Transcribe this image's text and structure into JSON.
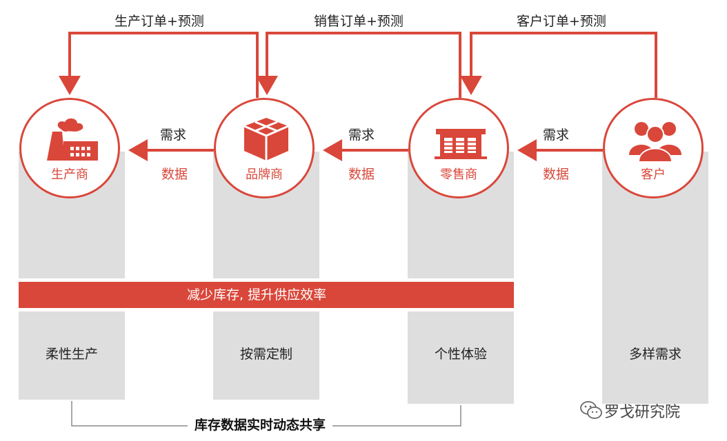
{
  "colors": {
    "accent": "#d9473a",
    "column": "#dedede"
  },
  "top_flows": {
    "production": "生产订单+预测",
    "sales": "销售订单+预测",
    "customer": "客户订单+预测"
  },
  "nodes": [
    {
      "label": "生产商",
      "icon": "factory-icon"
    },
    {
      "label": "品牌商",
      "icon": "box-icon"
    },
    {
      "label": "零售商",
      "icon": "store-icon"
    },
    {
      "label": "客户",
      "icon": "people-icon"
    }
  ],
  "links": [
    {
      "need": "需求",
      "data": "数据"
    },
    {
      "need": "需求",
      "data": "数据"
    },
    {
      "need": "需求",
      "data": "数据"
    }
  ],
  "banner": "减少库存, 提升供应效率",
  "columns": [
    "柔性生产",
    "按需定制",
    "个性体验",
    "多样需求"
  ],
  "bottom": "库存数据实时动态共享",
  "watermark": "罗戈研究院"
}
